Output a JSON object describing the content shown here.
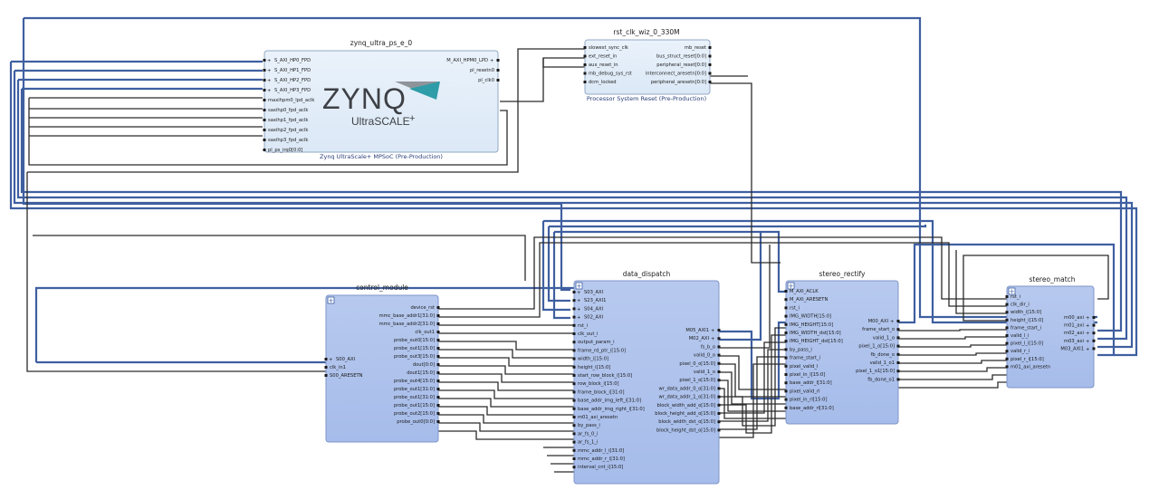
{
  "blocks": [
    {
      "id": "zynq",
      "title": "zynq_ultra_ps_e_0",
      "subtitle": "Zynq UltraScale+ MPSoC (Pre-Production)",
      "logo": {
        "main": "ZYNQ",
        "sub": "UltraSCALE",
        "plus": "+"
      },
      "ports_in": [
        "S_AXI_HP0_FPD",
        "S_AXI_HP1_FPD",
        "S_AXI_HP2_FPD",
        "S_AXI_HP3_FPD",
        "maxihpm0_lpd_aclk",
        "saxihp0_fpd_aclk",
        "saxihp1_fpd_aclk",
        "saxihp2_fpd_aclk",
        "saxihp3_fpd_aclk",
        "pl_ps_irq0[0:0]"
      ],
      "ports_out": [
        "M_AXI_HPM0_LPD",
        "pl_resetn0",
        "pl_clk0"
      ]
    },
    {
      "id": "rst",
      "title": "rst_clk_wiz_0_330M",
      "subtitle": "Processor System Reset (Pre-Production)",
      "ports_in": [
        "slowest_sync_clk",
        "ext_reset_in",
        "aux_reset_in",
        "mb_debug_sys_rst",
        "dcm_locked"
      ],
      "ports_out": [
        "mb_reset",
        "bus_struct_reset[0:0]",
        "peripheral_reset[0:0]",
        "interconnect_aresetn[0:0]",
        "peripheral_aresetn[0:0]"
      ]
    },
    {
      "id": "control",
      "title": "control_module",
      "subtitle": "",
      "ports_in": [
        "S00_AXI",
        "clk_in1",
        "S00_ARESETN"
      ],
      "ports_out": [
        "device_rst",
        "mmc_base_addr1[31:0]",
        "mmc_base_addr2[31:0]",
        "clk_out1",
        "probe_out0[15:0]",
        "probe_out1[15:0]",
        "probe_out3[15:0]",
        "dout[0:0]",
        "dout1[15:0]",
        "probe_out4[15:0]",
        "probe_out1[31:0]",
        "probe_out1[31:0]",
        "probe_out1[15:0]",
        "probe_out2[15:0]",
        "probe_out0[0:0]"
      ]
    },
    {
      "id": "dispatch",
      "title": "data_dispatch",
      "subtitle": "",
      "ports_in": [
        "S03_AXI",
        "S23_AXI1",
        "S04_AXI",
        "S02_AXI",
        "rst_i",
        "clk_out_i",
        "output_param_i",
        "frame_rd_ptr_i[15:0]",
        "width_i[15:0]",
        "height_i[15:0]",
        "start_row_block_i[15:0]",
        "row_block_i[15:0]",
        "frame_block_i[31:0]",
        "base_addr_img_left_i[31:0]",
        "base_addr_img_right_i[31:0]",
        "m01_axi_aresetn",
        "by_pass_i",
        "ar_fs_0_i",
        "ar_fs_1_i",
        "mmc_addr_l_i[31:0]",
        "mmc_addr_r_i[31:0]",
        "interval_cnt_i[15:0]"
      ],
      "ports_out": [
        "M05_AXI1",
        "M02_AXI",
        "fs_b_o",
        "valid_0_o",
        "pixel_0_o[15:0]",
        "valid_1_o",
        "pixel_1_o[15:0]",
        "wr_data_addr_0_o[31:0]",
        "wr_data_addr_1_o[31:0]",
        "block_width_add_o[15:0]",
        "block_height_add_o[15:0]",
        "block_width_dst_o[15:0]",
        "block_height_dst_o[15:0]"
      ]
    },
    {
      "id": "rectify",
      "title": "stereo_rectify",
      "subtitle": "",
      "ports_in": [
        "M_AXI_ACLK",
        "M_AXI_ARESETN",
        "rst_i",
        "IMG_WIDTH[15:0]",
        "IMG_HEIGHT[15:0]",
        "IMG_WIDTH_dst[15:0]",
        "IMG_HEIGHT_dst[15:0]",
        "by_pass_i",
        "frame_start_i",
        "pixel_valid_l",
        "pixel_in_l[15:0]",
        "base_addr_l[31:0]",
        "pixel_valid_rl",
        "pixel_in_rl[15:0]",
        "base_addr_rl[31:0]"
      ],
      "ports_out": [
        "M00_AXI",
        "frame_start_o",
        "valid_1_o",
        "pixel_1_o[15:0]",
        "fb_done_o",
        "valid_1_o1",
        "pixel_1_o1[15:0]",
        "fb_done_o1"
      ]
    },
    {
      "id": "match",
      "title": "stereo_match",
      "subtitle": "",
      "ports_in": [
        "rst_i",
        "clk_dir_i",
        "width_i[15:0]",
        "height_i[15:0]",
        "frame_start_i",
        "valid_l_i",
        "pixel_l_i[15:0]",
        "valid_r_i",
        "pixel_r_i[15:0]",
        "m01_axi_aresetn"
      ],
      "ports_out": [
        "m00_axi",
        "m01_axi",
        "m02_axi",
        "m03_axi",
        "M03_AXI1"
      ]
    }
  ]
}
